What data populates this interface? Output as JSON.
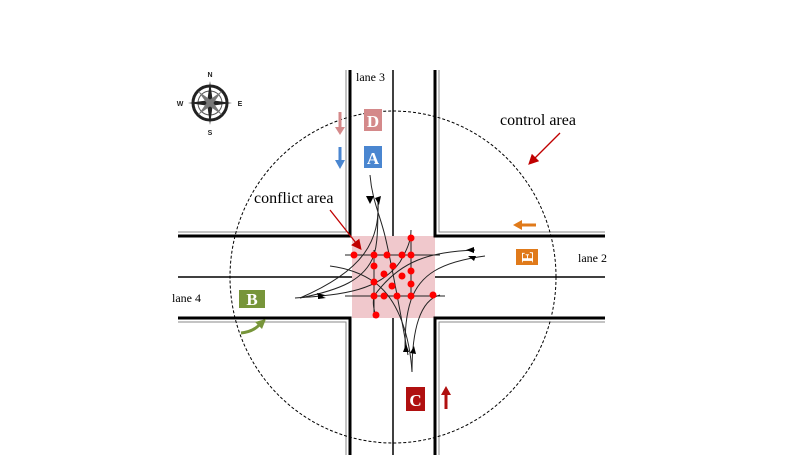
{
  "labels": {
    "lane3": "lane 3",
    "lane2": "lane 2",
    "lane4": "lane 4",
    "conflict_area": "conflict area",
    "control_area": "control area"
  },
  "compass": {
    "n": "N",
    "s": "S",
    "e": "E",
    "w": "W"
  },
  "vehicles": [
    {
      "id": "D",
      "color": "#d4898a",
      "direction": "south"
    },
    {
      "id": "A",
      "color": "#4a86d0",
      "direction": "south"
    },
    {
      "id": "E",
      "color": "#e07a1a",
      "direction": "west"
    },
    {
      "id": "B",
      "color": "#77953a",
      "direction": "east"
    },
    {
      "id": "C",
      "color": "#b01010",
      "direction": "north"
    }
  ],
  "colors": {
    "conflict_area_fill": "#f0c8cc",
    "conflict_point": "#ff0000",
    "pointer_arrow": "#c00000"
  }
}
